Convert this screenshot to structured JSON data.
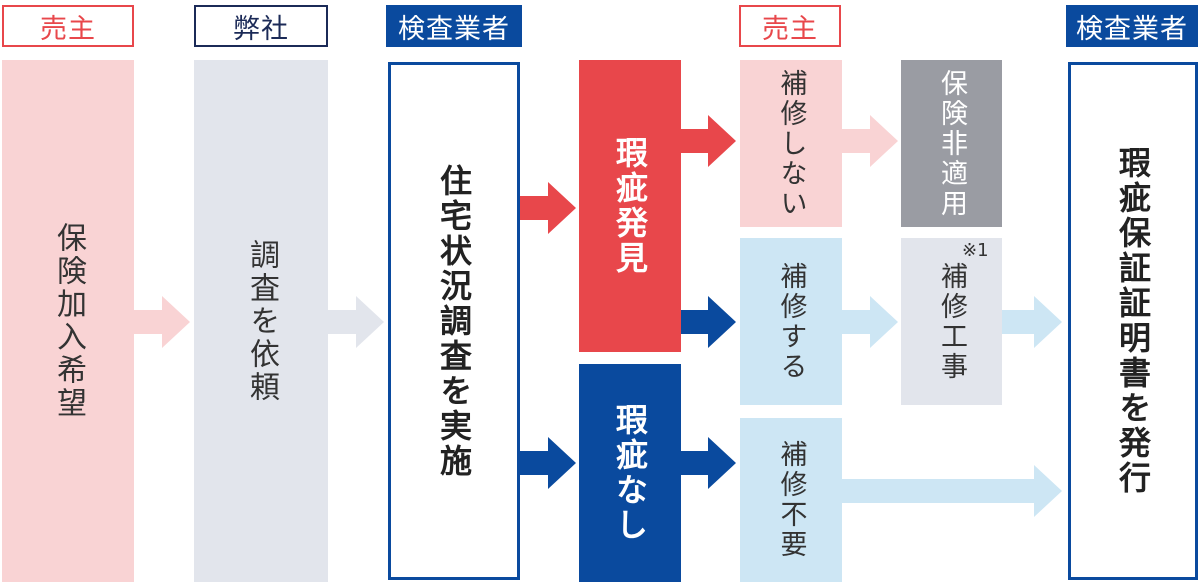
{
  "headers": {
    "seller_1": "売主",
    "company": "弊社",
    "inspector_1": "検査業者",
    "seller_2": "売主",
    "inspector_2": "検査業者"
  },
  "steps": {
    "insurance_request": "保険加入希望",
    "request_inspection": "調査を依頼",
    "conduct_inspection": "住宅状況調査を実施",
    "defect_found": "瑕疵発見",
    "no_defect": "瑕疵なし",
    "no_repair": "補修しない",
    "insurance_not_applicable": "保険非適用",
    "repair": "補修する",
    "repair_work": "補修工事",
    "repair_note": "※1",
    "no_repair_needed": "補修不要",
    "issue_certificate": "瑕疵保証証明書を発行"
  },
  "colors": {
    "red": "#e8474b",
    "pink": "#f9d3d4",
    "navy": "#1b2a57",
    "blue": "#0a4a9e",
    "light_blue": "#cde6f4",
    "gray": "#9a9ca3",
    "light_gray": "#e2e5ec"
  }
}
